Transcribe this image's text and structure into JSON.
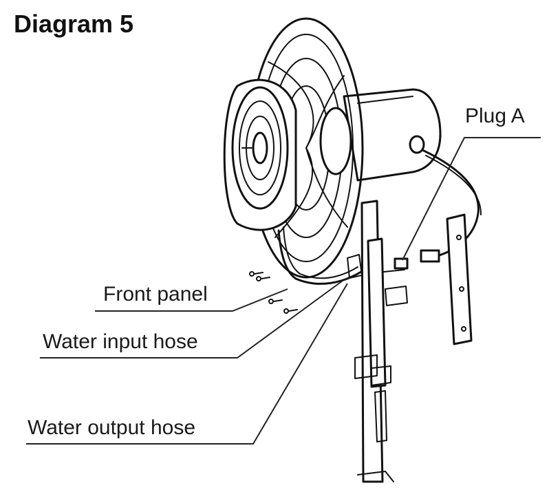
{
  "title": "Diagram 5",
  "labels": {
    "plug_a": "Plug A",
    "front_panel": "Front panel",
    "water_input_hose": "Water input hose",
    "water_output_hose": "Water output hose"
  }
}
